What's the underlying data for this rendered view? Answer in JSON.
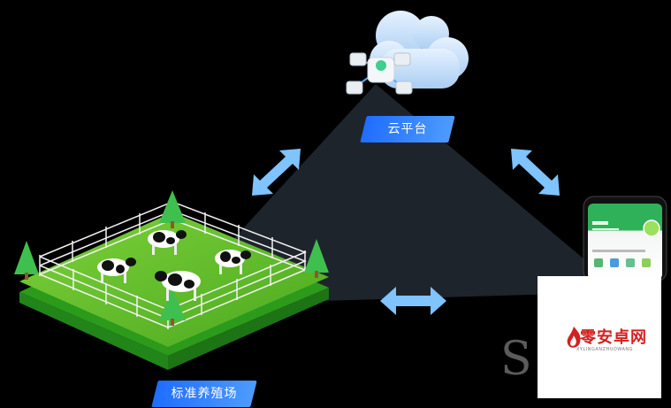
{
  "nodes": {
    "cloud_label": "云平台",
    "farm_label": "标准养殖场"
  },
  "watermark": {
    "letter": "S",
    "logo_text": "零安卓网",
    "logo_sub": "XYLINGANZHUOWANG"
  },
  "colors": {
    "tag_blue": "#2f7bff",
    "arrow_blue": "#7fc3ff",
    "triangle": "#1f262f",
    "grass": "#63c02a",
    "island_side": "#2c9a1a"
  }
}
